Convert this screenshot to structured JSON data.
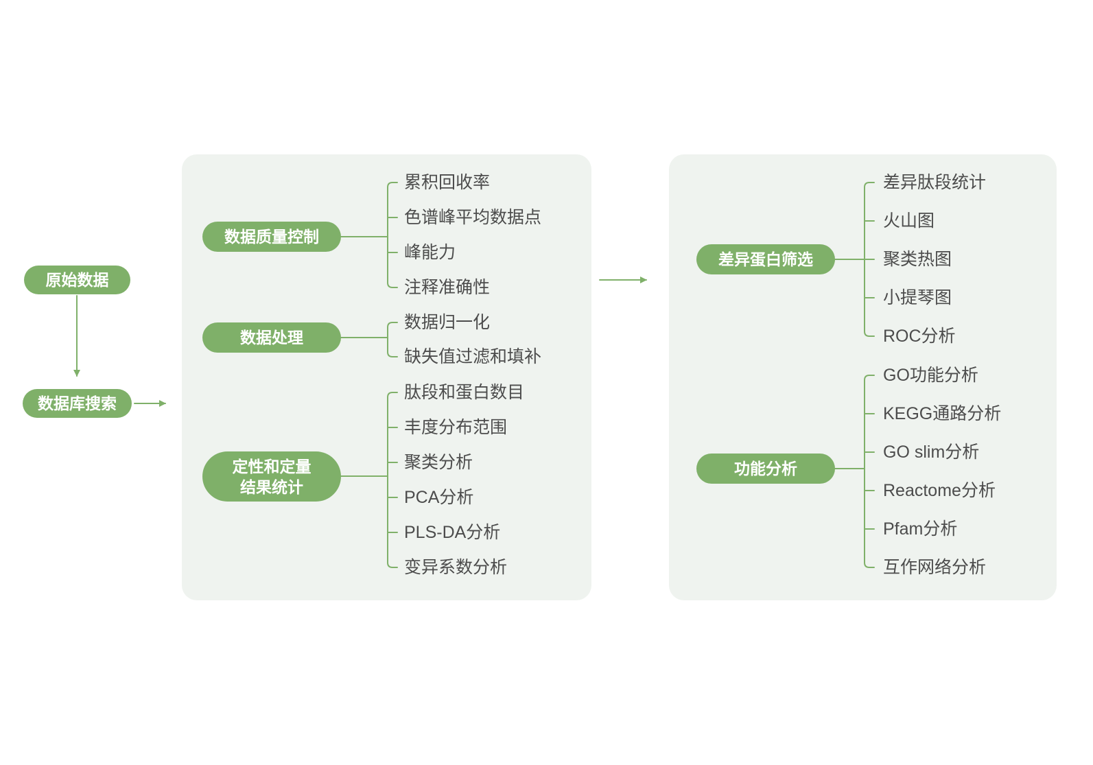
{
  "colors": {
    "green": "#7fb069",
    "panel_bg": "#eff3ef",
    "pill_text": "#ffffff",
    "item_text": "#4c4c4c"
  },
  "flow": {
    "source": {
      "label": "原始数据"
    },
    "search": {
      "label": "数据库搜索"
    }
  },
  "panel1": {
    "groups": [
      {
        "label": "数据质量控制",
        "items": [
          "累积回收率",
          "色谱峰平均数据点",
          "峰能力",
          "注释准确性"
        ]
      },
      {
        "label": "数据处理",
        "items": [
          "数据归一化",
          "缺失值过滤和填补"
        ]
      },
      {
        "label": "定性和定量\n结果统计",
        "items": [
          "肽段和蛋白数目",
          "丰度分布范围",
          "聚类分析",
          "PCA分析",
          "PLS-DA分析",
          "变异系数分析"
        ]
      }
    ]
  },
  "panel2": {
    "groups": [
      {
        "label": "差异蛋白筛选",
        "items": [
          "差异肽段统计",
          "火山图",
          "聚类热图",
          "小提琴图",
          "ROC分析"
        ]
      },
      {
        "label": "功能分析",
        "items": [
          "GO功能分析",
          "KEGG通路分析",
          "GO slim分析",
          "Reactome分析",
          "Pfam分析",
          "互作网络分析"
        ]
      }
    ]
  }
}
